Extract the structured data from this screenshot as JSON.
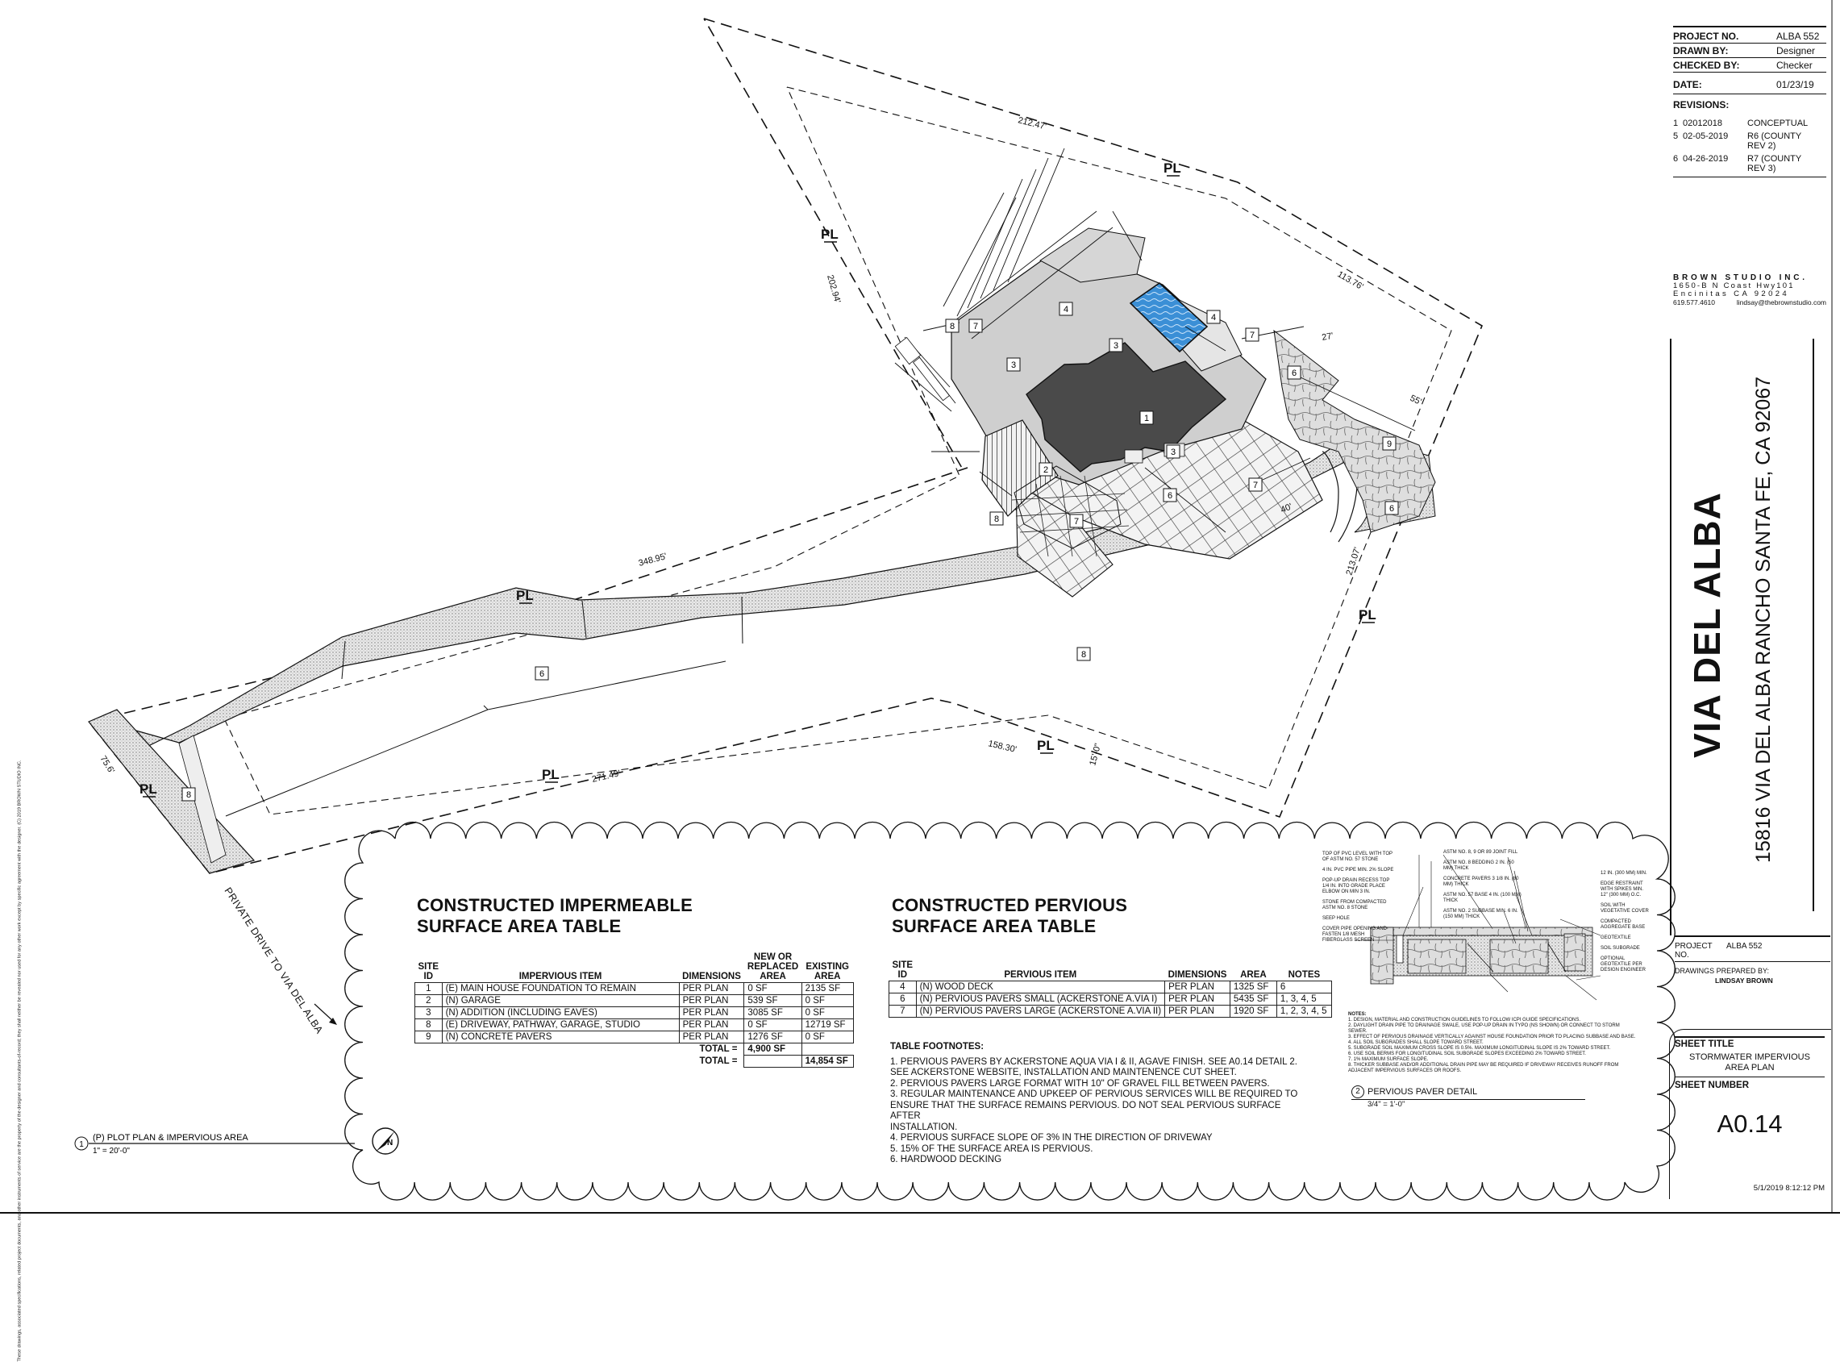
{
  "title_block": {
    "project_no_label": "PROJECT NO.",
    "project_no": "ALBA 552",
    "drawn_by_label": "DRAWN BY:",
    "drawn_by": "Designer",
    "checked_by_label": "CHECKED BY:",
    "checked_by": "Checker",
    "date_label": "DATE:",
    "date": "01/23/19",
    "revisions_label": "REVISIONS:",
    "revisions": [
      {
        "num": "1",
        "date": "02012018",
        "desc": "CONCEPTUAL"
      },
      {
        "num": "5",
        "date": "02-05-2019",
        "desc": "R6 (COUNTY REV 2)"
      },
      {
        "num": "6",
        "date": "04-26-2019",
        "desc": "R7 (COUNTY REV 3)"
      }
    ],
    "firm_name": "BROWN STUDIO INC.",
    "firm_address": "1650-B N Coast Hwy101",
    "firm_city": "Encinitas CA 92024",
    "firm_phone": "619.577.4610",
    "firm_email": "lindsay@thebrownstudio.com",
    "project_name": "VIA DEL ALBA",
    "project_address": "15816 VIA DEL ALBA RANCHO SANTA FE, CA 92067",
    "project_no2_label": "PROJECT NO.",
    "project_no2": "ALBA 552",
    "prepared_by_label": "DRAWINGS PREPARED BY:",
    "prepared_by": "LINDSAY BROWN",
    "sheet_title_label": "SHEET TITLE",
    "sheet_title": "STORMWATER IMPERVIOUS AREA PLAN",
    "sheet_number_label": "SHEET NUMBER",
    "sheet_number": "A0.14",
    "timestamp": "5/1/2019 8:12:12 PM"
  },
  "side_note": "These drawings, associated specifications, related project documents, and other instruments of service are the property of the designer and consultants-of-record; they shall neither be revealed nor used for any other work except by specific agreement with the designer. (C) 2019 BROWN STUDIO INC.",
  "plan": {
    "label_num": "1",
    "label": "(P) PLOT PLAN & IMPERVIOUS AREA",
    "scale": "1\" = 20'-0\"",
    "private_drive": "PRIVATE DRIVE TO VIA DEL ALBA",
    "pl": "PL",
    "dims": [
      "212.47'",
      "113.76'",
      "202.94'",
      "348.95'",
      "213.07'",
      "158.30'",
      "271.49'",
      "75.6'",
      "55'",
      "27'",
      "40'",
      "15'-0\""
    ],
    "tags": [
      "1",
      "2",
      "3",
      "3",
      "3",
      "4",
      "4",
      "6",
      "6",
      "6",
      "6",
      "7",
      "7",
      "7",
      "7",
      "8",
      "8",
      "8",
      "8",
      "9"
    ]
  },
  "impermeable": {
    "title_line1": "CONSTRUCTED IMPERMEABLE",
    "title_line2": "SURFACE AREA TABLE",
    "headers": [
      "SITE ID",
      "IMPERVIOUS ITEM",
      "DIMENSIONS",
      "NEW OR REPLACED AREA",
      "EXISTING AREA"
    ],
    "rows": [
      [
        "1",
        "(E) MAIN HOUSE FOUNDATION TO REMAIN",
        "PER PLAN",
        "0 SF",
        "2135 SF"
      ],
      [
        "2",
        "(N) GARAGE",
        "PER PLAN",
        "539 SF",
        "0 SF"
      ],
      [
        "3",
        "(N) ADDITION (INCLUDING EAVES)",
        "PER PLAN",
        "3085 SF",
        "0 SF"
      ],
      [
        "8",
        "(E) DRIVEWAY, PATHWAY, GARAGE, STUDIO",
        "PER PLAN",
        "0 SF",
        "12719 SF"
      ],
      [
        "9",
        "(N) CONCRETE PAVERS",
        "PER PLAN",
        "1276 SF",
        "0 SF"
      ]
    ],
    "total_label": "TOTAL =",
    "total_new": "4,900 SF",
    "total_existing": "14,854 SF"
  },
  "pervious": {
    "title_line1": "CONSTRUCTED PERVIOUS",
    "title_line2": "SURFACE AREA TABLE",
    "headers": [
      "SITE ID",
      "PERVIOUS ITEM",
      "DIMENSIONS",
      "AREA",
      "NOTES"
    ],
    "rows": [
      [
        "4",
        "(N) WOOD DECK",
        "PER PLAN",
        "1325 SF",
        "6"
      ],
      [
        "6",
        "(N) PERVIOUS PAVERS SMALL  (ACKERSTONE A.VIA I)",
        "PER PLAN",
        "5435 SF",
        "1, 3, 4, 5"
      ],
      [
        "7",
        "(N) PERVIOUS PAVERS LARGE  (ACKERSTONE A.VIA II)",
        "PER PLAN",
        "1920 SF",
        "1, 2, 3, 4, 5"
      ]
    ],
    "footnotes_title": "TABLE FOOTNOTES:",
    "footnotes": [
      "1. PERVIOUS PAVERS BY ACKERSTONE AQUA VIA I & II, AGAVE FINISH. SEE A0.14 DETAIL 2.",
      "SEE ACKERSTONE WEBSITE, INSTALLATION AND MAINTENENCE CUT SHEET.",
      "2. PERVIOUS PAVERS LARGE FORMAT WITH 10\" OF GRAVEL FILL BETWEEN PAVERS.",
      "3. REGULAR MAINTENANCE AND UPKEEP OF PERVIOUS SERVICES WILL BE REQUIRED TO",
      "ENSURE THAT THE SURFACE REMAINS PERVIOUS. DO NOT SEAL PERVIOUS SURFACE AFTER",
      "INSTALLATION.",
      "4. PERVIOUS SURFACE SLOPE OF 3% IN THE DIRECTION OF DRIVEWAY",
      "5. 15% OF THE SURFACE AREA IS PERVIOUS.",
      "6. HARDWOOD DECKING"
    ]
  },
  "detail": {
    "num": "2",
    "title": "PERVIOUS PAVER DETAIL",
    "scale": "3/4\" = 1'-0\"",
    "callouts_left": [
      "TOP OF PVC LEVEL WITH TOP OF ASTM NO. 57 STONE",
      "4 IN. PVC PIPE MIN. 2% SLOPE",
      "POP-UP DRAIN RECESS TOP 1/4 IN. INTO GRADE PLACE ELBOW ON MIN 3 IN.",
      "STONE FROM COMPACTED ASTM NO. 8 STONE",
      "SEEP HOLE",
      "COVER PIPE OPENING AND FASTEN 1/8 MESH FIBERGLASS SCREEN"
    ],
    "callouts_top": [
      "ASTM NO. 8, 9 OR 89 JOINT FILL",
      "ASTM NO. 8 BEDDING 2 IN. (50 MM) THICK",
      "CONCRETE PAVERS 3 1/8 IN. (80 MM) THICK",
      "ASTM NO. 57 BASE 4 IN. (100 MM) THICK",
      "ASTM NO. 2 SUBBASE MIN. 6 IN. (150 MM) THICK"
    ],
    "callouts_right": [
      "12 IN. (300 MM) MIN.",
      "EDGE RESTRAINT WITH SPIKES MIN. 12\" (300 MM) O.C.",
      "SOIL WITH VEGETATIVE COVER",
      "COMPACTED AGGREGATE BASE",
      "GEOTEXTILE",
      "SOIL SUBGRADE",
      "OPTIONAL GEOTEXTILE PER DESIGN ENGINEER"
    ],
    "notes_title": "NOTES:",
    "notes": [
      "1. DESIGN, MATERIAL AND CONSTRUCTION GUIDELINES TO FOLLOW ICPI GUIDE SPECIFICATIONS.",
      "2. DAYLIGHT DRAIN PIPE TO DRAINAGE SWALE, USE POP-UP DRAIN IN TYPO (NS SHOWN) OR CONNECT TO STORM SEWER.",
      "3. EFFECT OF PERVIOUS DRAINAGE VERTICALLY AGAINST HOUSE FOUNDATION PRIOR TO PLACING SUBBASE AND BASE.",
      "4. ALL SOIL SUBGRADES SHALL SLOPE TOWARD STREET.",
      "5. SUBGRADE SOIL MAXIMUM CROSS SLOPE IS 0.5%. MAXIMUM LONGITUDINAL SLOPE IS 2% TOWARD STREET.",
      "6. USE SOIL BERMS FOR LONGITUDINAL SOIL SUBGRADE SLOPES EXCEEDING 2% TOWARD STREET.",
      "7. 1% MAXIMUM SURFACE SLOPE.",
      "8. THICKER SUBBASE AND/OR ADDITIONAL DRAIN PIPE MAY BE REQUIRED IF DRIVEWAY RECEIVES RUNOFF FROM ADJACENT IMPERVIOUS SURFACES OR ROOFS."
    ]
  },
  "colors": {
    "roof": "#4a4a4a",
    "slab": "#b9b9b9",
    "light": "#d8d8d8",
    "pool": "#3b8fd6",
    "line": "#111111"
  }
}
